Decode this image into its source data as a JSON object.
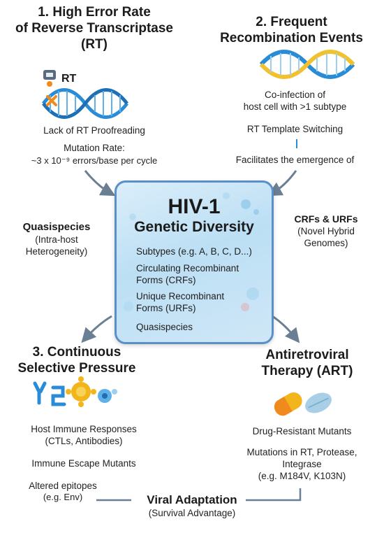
{
  "section1": {
    "title_line1": "1. High Error Rate",
    "title_line2": "of Reverse Transcriptase",
    "title_line3": "(RT)",
    "rt_label": "RT",
    "proofreading": "Lack of RT Proofreading",
    "mutation_label": "Mutation Rate:",
    "mutation_value": "~3 x 10⁻⁹ errors/base per cycle"
  },
  "section2": {
    "title_line1": "2. Frequent",
    "title_line2": "Recombination Events",
    "coinfection_line1": "Co-infection of",
    "coinfection_line2": "host cell with >1  subtype",
    "switching": "RT Template Switching",
    "facilitates": "Facilitates the emergence of"
  },
  "left_side": {
    "line1": "Quasispecies",
    "line2": "(Intra-host",
    "line3": "Heterogeneity)"
  },
  "right_side": {
    "line1": "CRFs & URFs",
    "line2": "(Novel Hybrid",
    "line3": "Genomes)"
  },
  "center": {
    "title": "HIV-1",
    "subtitle": "Genetic Diversity",
    "item1": "Subtypes (e.g. A, B, C, D...)",
    "item2_line1": "Circulating Recombinant",
    "item2_line2": "Forms (CRFs)",
    "item3_line1": "Unique Recombinant",
    "item3_line2": "Forms (URFs)",
    "item4": "Quasispecies"
  },
  "section3": {
    "title_line1": "3. Continuous",
    "title_line2": "Selective Pressure",
    "immune_line1": "Host Immune Responses",
    "immune_line2": "(CTLs, Antibodies)",
    "escape": "Immune Escape Mutants",
    "epitopes_line1": "Altered epitopes",
    "epitopes_line2": "(e.g. Env)"
  },
  "section4": {
    "title_line1": "Antiretroviral",
    "title_line2": "Therapy (ART)",
    "resistant": "Drug-Resistant Mutants",
    "mutations_line1": "Mutations in RT, Protease,",
    "mutations_line2": "Integrase",
    "mutations_line3": "(e.g. M184V, K103N)"
  },
  "bottom": {
    "title": "Viral Adaptation",
    "subtitle": "(Survival Advantage)"
  },
  "colors": {
    "arrow": "#6b7f94",
    "box_border": "#5a8fc7",
    "dna_blue": "#2a8bd6",
    "dna_yellow": "#f2c12e",
    "pill_orange": "#f08a1c",
    "pill_blue": "#a9cfe6"
  }
}
